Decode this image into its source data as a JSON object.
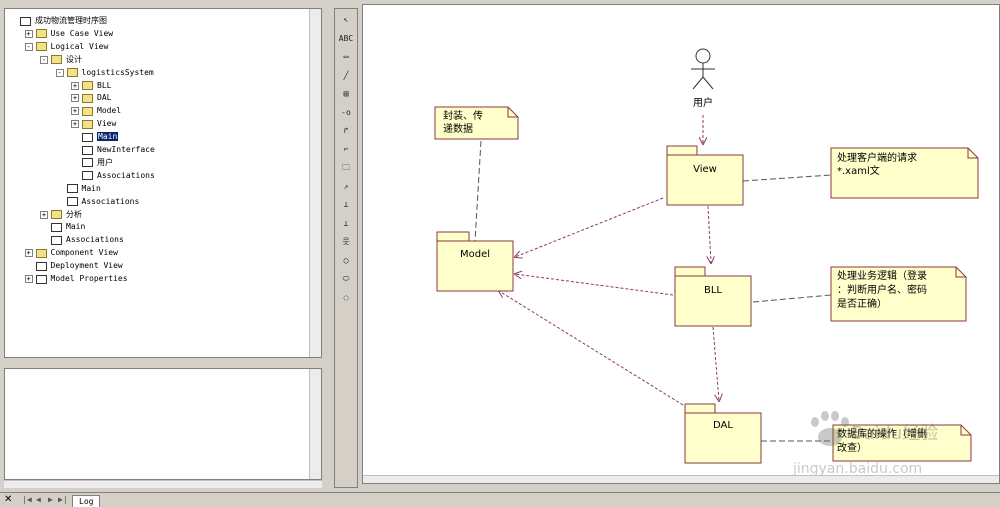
{
  "tree": {
    "nodes": [
      {
        "label": "成功物流管理时序图",
        "icon": "document-icon",
        "depth": 0,
        "exp": ""
      },
      {
        "label": "Use Case View",
        "icon": "folder-icon",
        "depth": 1,
        "exp": "+"
      },
      {
        "label": "Logical View",
        "icon": "folder-icon",
        "depth": 1,
        "exp": "-"
      },
      {
        "label": "设计",
        "icon": "folder-icon",
        "depth": 2,
        "exp": "-"
      },
      {
        "label": "logisticsSystem",
        "icon": "folder-icon",
        "depth": 3,
        "exp": "-"
      },
      {
        "label": "BLL",
        "icon": "folder-icon",
        "depth": 4,
        "exp": "+"
      },
      {
        "label": "DAL",
        "icon": "folder-icon",
        "depth": 4,
        "exp": "+"
      },
      {
        "label": "Model",
        "icon": "folder-icon",
        "depth": 4,
        "exp": "+"
      },
      {
        "label": "View",
        "icon": "folder-icon",
        "depth": 4,
        "exp": "+"
      },
      {
        "label": "Main",
        "icon": "diagram-icon",
        "depth": 4,
        "exp": "",
        "selected": true
      },
      {
        "label": "NewInterface",
        "icon": "interface-icon",
        "depth": 4,
        "exp": ""
      },
      {
        "label": "用户",
        "icon": "actor-icon",
        "depth": 4,
        "exp": ""
      },
      {
        "label": "Associations",
        "icon": "association-icon",
        "depth": 4,
        "exp": ""
      },
      {
        "label": "Main",
        "icon": "diagram-icon",
        "depth": 3,
        "exp": ""
      },
      {
        "label": "Associations",
        "icon": "association-icon",
        "depth": 3,
        "exp": ""
      },
      {
        "label": "分析",
        "icon": "folder-icon",
        "depth": 2,
        "exp": "+"
      },
      {
        "label": "Main",
        "icon": "diagram-icon",
        "depth": 2,
        "exp": ""
      },
      {
        "label": "Associations",
        "icon": "association-icon",
        "depth": 2,
        "exp": ""
      },
      {
        "label": "Component View",
        "icon": "folder-icon",
        "depth": 1,
        "exp": "+"
      },
      {
        "label": "Deployment View",
        "icon": "deployment-icon",
        "depth": 1,
        "exp": ""
      },
      {
        "label": "Model Properties",
        "icon": "properties-icon",
        "depth": 1,
        "exp": "+"
      }
    ]
  },
  "toolbox": {
    "tools": [
      {
        "glyph": "↖",
        "name": "selection-tool-icon"
      },
      {
        "glyph": "ABC",
        "name": "text-tool-icon"
      },
      {
        "glyph": "▭",
        "name": "note-tool-icon"
      },
      {
        "glyph": "╱",
        "name": "anchor-tool-icon"
      },
      {
        "glyph": "▤",
        "name": "class-tool-icon"
      },
      {
        "glyph": "-o",
        "name": "interface-tool-icon"
      },
      {
        "glyph": "↱",
        "name": "association-tool-icon"
      },
      {
        "glyph": "⌐",
        "name": "unidirectional-tool-icon"
      },
      {
        "glyph": "🗀",
        "name": "package-tool-icon"
      },
      {
        "glyph": "↗",
        "name": "dependency-tool-icon"
      },
      {
        "glyph": "⊥",
        "name": "generalization-tool-icon"
      },
      {
        "glyph": "⊥",
        "name": "realize-tool-icon"
      },
      {
        "glyph": "웃",
        "name": "actor-tool-icon"
      },
      {
        "glyph": "◯",
        "name": "use-case-tool-icon"
      },
      {
        "glyph": "⬭",
        "name": "ellipse-tool-icon"
      },
      {
        "glyph": "◌",
        "name": "dashed-ellipse-tool-icon"
      }
    ]
  },
  "diagram": {
    "actor_label": "用户",
    "packages": {
      "view": "View",
      "model": "Model",
      "bll": "BLL",
      "dal": "DAL"
    },
    "notes": {
      "model_note": [
        "封装、传",
        "递数据"
      ],
      "view_note": [
        "处理客户端的请求",
        "*.xaml文"
      ],
      "bll_note": [
        "处理业务逻辑（登录",
        "：判断用户名、密码",
        "是否正确）"
      ],
      "dal_note": [
        "数据库的操作（增删",
        "改查）"
      ]
    },
    "colors": {
      "fill": "#ffffcc",
      "stroke": "#8b3a3a",
      "dependency": "#8b3a6a"
    }
  },
  "watermark": {
    "text": "Baidu经验",
    "url_text": "jingyan.baidu.com"
  },
  "bottom_bar": {
    "close_glyph": "✕",
    "tab_label": "Log"
  }
}
